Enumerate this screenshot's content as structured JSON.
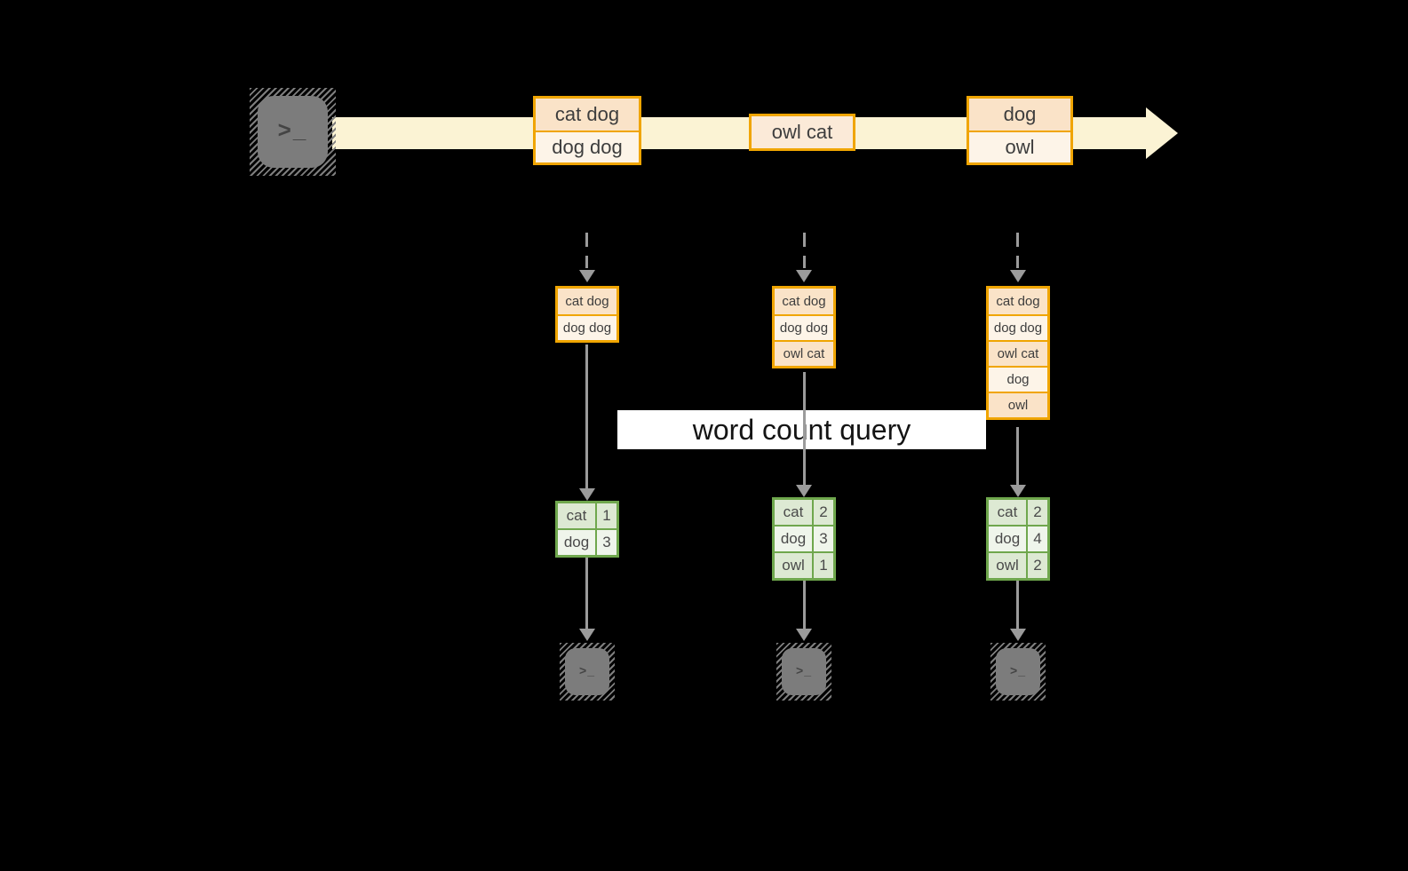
{
  "icons": {
    "terminal_glyph": ">_"
  },
  "stream_batches": [
    {
      "lines": [
        "cat dog",
        "dog dog"
      ]
    },
    {
      "lines": [
        "owl cat"
      ]
    },
    {
      "lines": [
        "dog",
        "owl"
      ]
    }
  ],
  "query_banner": "word count query",
  "columns": [
    {
      "buffer": [
        "cat dog",
        "dog dog"
      ],
      "counts": [
        {
          "word": "cat",
          "count": "1"
        },
        {
          "word": "dog",
          "count": "3"
        }
      ]
    },
    {
      "buffer": [
        "cat dog",
        "dog dog",
        "owl cat"
      ],
      "counts": [
        {
          "word": "cat",
          "count": "2"
        },
        {
          "word": "dog",
          "count": "3"
        },
        {
          "word": "owl",
          "count": "1"
        }
      ]
    },
    {
      "buffer": [
        "cat dog",
        "dog dog",
        "owl cat",
        "dog",
        "owl"
      ],
      "counts": [
        {
          "word": "cat",
          "count": "2"
        },
        {
          "word": "dog",
          "count": "4"
        },
        {
          "word": "owl",
          "count": "2"
        }
      ]
    }
  ],
  "colors": {
    "background": "#000000",
    "amber": "#F0A500",
    "peach_dark": "#FAE3C8",
    "peach_mid": "#FBEAD8",
    "peach_light": "#FDF4E8",
    "cream": "#FBF3D4",
    "green": "#6FA74D",
    "sage_dark": "#DDE9D3",
    "sage_light": "#EFF5EB",
    "arrow_gray": "#9B9B9B",
    "terminal_gray": "#7C7C7C",
    "text": "#3D3D3D",
    "banner_bg": "#FFFFFF",
    "banner_text": "#141414"
  }
}
